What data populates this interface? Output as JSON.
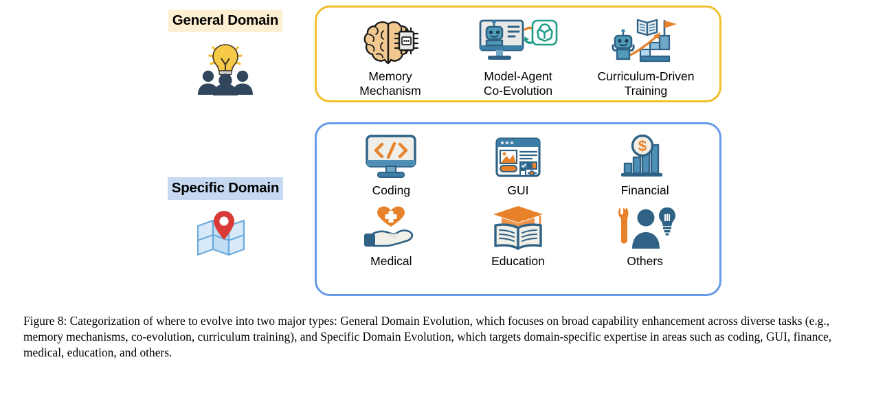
{
  "figure": {
    "general": {
      "label": "General Domain",
      "label_highlight": "#fdf0d2",
      "box_border": "#f0bf2a",
      "side_icon": "lightbulb-people-icon",
      "items": [
        {
          "icon": "brain-chip-icon",
          "label": "Memory\nMechanism"
        },
        {
          "icon": "robot-monitor-openai-swirl-icon",
          "label": "Model-Agent\nCo-Evolution"
        },
        {
          "icon": "robot-stairs-book-flag-icon",
          "label": "Curriculum-Driven\nTraining"
        }
      ]
    },
    "specific": {
      "label": "Specific Domain",
      "label_highlight": "#c6d9f1",
      "box_border": "#6699e8",
      "side_icon": "map-pin-icon",
      "items_row1": [
        {
          "icon": "monitor-code-icon",
          "label": "Coding"
        },
        {
          "icon": "browser-window-icon",
          "label": "GUI"
        },
        {
          "icon": "dollar-coin-bar-chart-icon",
          "label": "Financial"
        }
      ],
      "items_row2": [
        {
          "icon": "heart-cross-hand-icon",
          "label": "Medical"
        },
        {
          "icon": "graduation-cap-book-icon",
          "label": "Education"
        },
        {
          "icon": "wrench-person-bulb-icon",
          "label": "Others"
        }
      ]
    }
  },
  "caption": {
    "text": "Figure 8: Categorization of where to evolve into two major types: General Domain Evolution, which focuses on broad capability enhancement across diverse tasks (e.g., memory mechanisms, co-evolution, curriculum training), and Specific Domain Evolution, which targets domain-specific expertise in areas such as coding, GUI, finance, medical, education, and others."
  },
  "palette": {
    "orange": "#e8822a",
    "blue_dark": "#2f6285",
    "blue_mid": "#3d7ea6",
    "blue_light": "#8fc0de",
    "navy": "#31465c",
    "yellow": "#f5c13d",
    "teal": "#1f9c87",
    "red": "#d93b37"
  }
}
